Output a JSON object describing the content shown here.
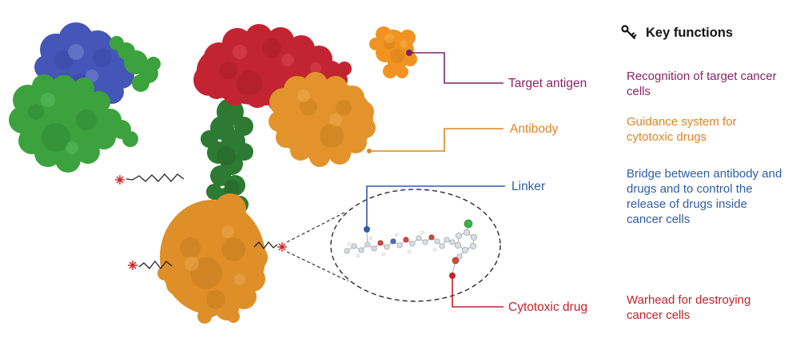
{
  "legend": {
    "icon": "key-icon",
    "title": "Key functions",
    "items": [
      {
        "label": "Target antigen",
        "description": "Recognition of target cancer cells",
        "color": "#8a2466"
      },
      {
        "label": "Antibody",
        "description": "Guidance system for cytotoxic drugs",
        "color": "#df841f"
      },
      {
        "label": "Linker",
        "description": "Bridge between antibody and drugs and to control the release of drugs inside cancer cells",
        "color": "#2e5ea8"
      },
      {
        "label": "Cytotoxic drug",
        "description": "Warhead for destroying cancer cells",
        "color": "#c2232a"
      }
    ]
  },
  "illustration": {
    "molecule_colors": {
      "domain_blue": "#4456b8",
      "domain_green": "#3ba23e",
      "domain_red": "#c32431",
      "domain_orange": "#e2932b",
      "stem_green": "#2d7a32",
      "lower_orange": "#de8f28",
      "antigen_orange": "#f09322",
      "drug_star_red": "#d02020"
    }
  }
}
